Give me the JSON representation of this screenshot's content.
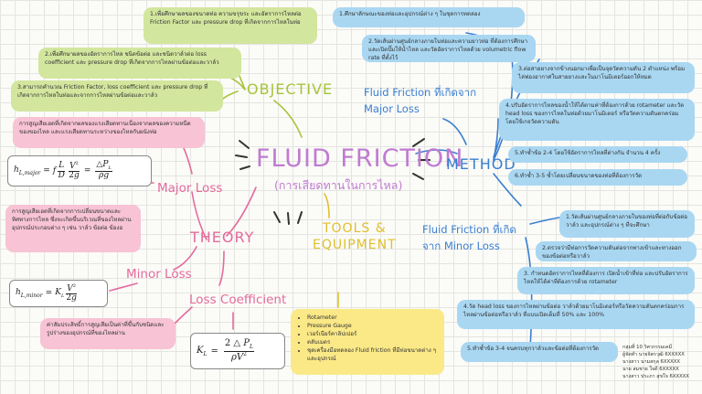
{
  "title": "FLUID FRICTION",
  "subtitle": "(การเสียดทานในการไหล)",
  "objective": {
    "heading": "OBJECTIVE",
    "items": [
      "1.เพื่อศึกษาผลของขนาดท่อ ความขรุขระ และอัตราการไหลต่อ Friction Factor และ pressure drop ที่เกิดจากการไหลในท่อ",
      "2.เพื่อศึกษาผลของอัตราการไหล ชนิดข้อต่อ และชนิดวาล์วต่อ loss coefficient และ pressure drop ที่เกิดจากการไหลผ่านข้อต่อและวาล์ว",
      "3.สามารถคำนวณ Friction Factor, loss coefficient และ pressure drop ที่เกิดจากการไหลในท่อและจากการไหลผ่านข้อต่อและวาล์ว"
    ]
  },
  "theory": {
    "heading": "THEORY",
    "major": {
      "label": "Major Loss",
      "description": "การสูญเสียเฮดที่เกิดจากผลของแรงเสียดทานเนื่องจากผลของความหนืดของของไหล และแรงเสียดทานระหว่างของไหลกับผนังท่อ",
      "formula_lhs": "h",
      "formula_sub": "L,major",
      "formula_text": "h_L,major = f (L/D)(V²/2g) = ΔP_L/ρg"
    },
    "minor": {
      "label": "Minor Loss",
      "description": "การสูญเสียเฮดที่เกิดจากการเปลี่ยนขนาดและทิศทางการไหล ซึ่งจะเกิดขึ้นบริเวณที่ของไหลผ่านอุปกรณ์ประกอบต่าง ๆ เช่น วาล์ว ข้อต่อ ข้องอ",
      "formula_text": "h_L,minor = K_L V²/2g"
    },
    "coefficient": {
      "label": "Loss Coefficient",
      "description": "ค่าสัมประสิทธิ์การสูญเสียเป็นค่าที่ขึ้นกับชนิดและรูปร่างของอุปกรณ์ที่ของไหลผ่าน",
      "formula_text": "K_L = 2ΔP_L / ρV²"
    }
  },
  "method": {
    "heading": "METHOD",
    "major_heading": "Fluid Friction ที่เกิดจาก Major Loss",
    "minor_heading": "Fluid Friction ที่เกิดจาก Minor Loss",
    "major_steps": [
      "1.ศึกษาลักษณะของท่อและอุปกรณ์ต่าง ๆ ในชุดการทดลอง",
      "2.วัดเส้นผ่านศูนย์กลางภายในท่อและความยาวท่อ ที่ต้องการศึกษา และเปิดปั๊มให้น้ำไหล และวัดอัตราการไหลด้วย volumetric flow rate ที่ตั้งไว้",
      "3.ต่อสายยางจากข้างนอกมาเพื่อเป็นจุดวัดความดัน 2 ตำแหน่ง พร้อมไล่ฟองอากาศในสายยางและในมาโนมิเตอร์ออกให้หมด",
      "4.ปรับอัตราการไหลของน้ำให้ได้ตามค่าที่ต้องการด้วย rotameter และวัด head loss ของการไหลในท่อด้วยมาโนมิเตอร์ หรือวัดความดันตกคร่อมโดยใช้เกจวัดความดัน",
      "5.ทำซ้ำข้อ 2-4 โดยใช้อัตราการไหลที่ต่างกัน จำนวน 4 ครั้ง",
      "6.ทำซ้ำ 3-5 ซ้ำโดยเปลี่ยนขนาดของท่อที่ต้องการวัด"
    ],
    "minor_steps": [
      "1.วัดเส้นผ่านศูนย์กลางภายในของท่อที่ต่อกับข้อต่อ วาล์ว และอุปกรณ์ต่าง ๆ ที่จะศึกษา",
      "2.ตรวจว่ามีท่อการวัดความดันต่อจากทางเข้าและทางออกของข้อต่อหรือวาล์ว",
      "3. กำหนดอัตราการไหลที่ต้องการ เปิดน้ำเข้าที่ท่อ และปรับอัตราการไหลให้ได้ค่าที่ต้องการด้วย rotameter",
      "4.วัด head loss ของการไหลผ่านข้อต่อ วาล์วด้วยมาโนมิเตอร์หรือวัดความดันตกคร่อมการไหลผ่านข้อต่อหรือวาล์ว ที่แบบเปิดเต็มที่ 50% และ 100%",
      "5.ทำซ้ำข้อ 3-4 จนครบทุกวาล์วและข้อต่อที่ต้องการวัด"
    ]
  },
  "tools": {
    "heading_line1": "TOOLS &",
    "heading_line2": "EQUIPMENT",
    "items": [
      "Rotameter",
      "Pressure Gauge",
      "เวอร์เนียร์คาลิปเปอร์",
      "ตลับเมตร",
      "ชุดเครื่องมือทดลอง Fluid friction ที่มีท่อขนาดต่าง ๆ และอุปกรณ์"
    ]
  },
  "credits": [
    "กลุ่มที่ 10 วิศวกรรมเคมี",
    "ผู้จัดทำ นายจิตรวุฒิ 6XXXXX",
    "นางสาว นามสกุล 6XXXXX",
    "นาย สมชาย ใจดี 6XXXXX",
    "นางสาว ประภา สุขใจ 6XXXXX"
  ],
  "colors": {
    "title": "#c07bd1",
    "objective": "#a6c43a",
    "theory": "#e36b9c",
    "method": "#3a7fd0",
    "tools": "#e0bf2c"
  }
}
